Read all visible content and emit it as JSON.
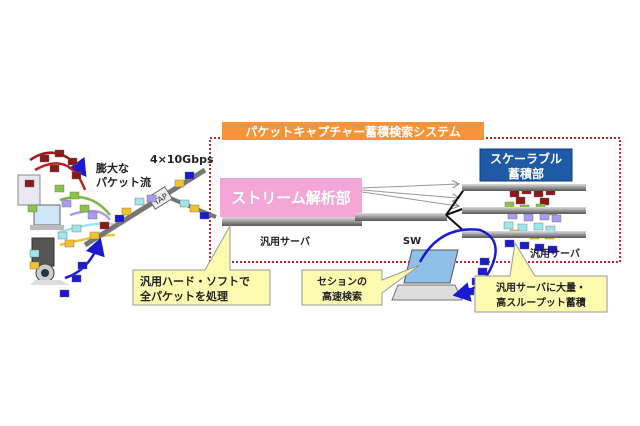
{
  "system_title": "パケットキャプチャー蓄積検索システム",
  "stream_analysis": "ストリーム解析部",
  "scalable_storage": [
    "スケーラブル",
    "蓄積部"
  ],
  "server_label_left": "汎用サーバ",
  "server_label_right": "汎用サーバ",
  "switch_label": "SW",
  "tap_label": "TAP",
  "bandwidth": "4×10Gbps",
  "packet_flow": [
    "膨大な",
    "パケット流"
  ],
  "callouts": {
    "processing": [
      "汎用ハード・ソフトで",
      "全パケットを処理"
    ],
    "search": [
      "セションの",
      "高速検索"
    ],
    "storage": [
      "汎用サーバに大量・",
      "高スループット蓄積"
    ]
  },
  "colors": {
    "title_bg": "#f7943a",
    "dotted_border": "#c0282d",
    "pink_box": "#f4a6d7",
    "blue_box": "#1f5aa6",
    "callout_bg": "#fdfbb0",
    "packet_red": "#8b1a1a",
    "packet_green": "#8bc34a",
    "packet_lavender": "#a99cf0",
    "packet_cyan": "#9ee6ec",
    "packet_yellow": "#f2c230",
    "packet_blue": "#1a1ad0"
  }
}
